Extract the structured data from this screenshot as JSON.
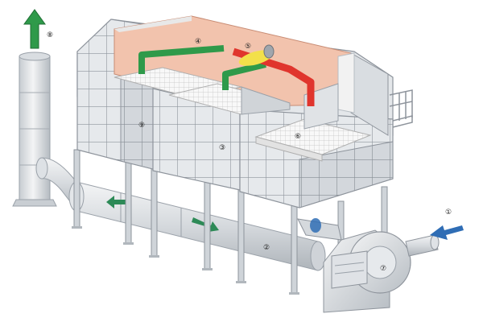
{
  "colors": {
    "panel_light": "#eef0f2",
    "panel_mid": "#dfe2e6",
    "panel_dark": "#c9cdd3",
    "grid_line": "#8e949c",
    "chamber_interior": "#f2c3ad",
    "refractory": "#e8e8e8",
    "duct_red": "#e0352d",
    "duct_green": "#2f9a4a",
    "burner_yellow": "#f2e04a",
    "arrow_blue": "#2f6db5",
    "arrow_green": "#2d8a57",
    "steel": "#9aa1a9"
  },
  "callouts": [
    {
      "id": "c1",
      "text": "①"
    },
    {
      "id": "c2",
      "text": "②"
    },
    {
      "id": "c3",
      "text": "③"
    },
    {
      "id": "c4",
      "text": "④"
    },
    {
      "id": "c5",
      "text": "⑤"
    },
    {
      "id": "c6",
      "text": "⑥"
    },
    {
      "id": "c7",
      "text": "⑦"
    },
    {
      "id": "c8",
      "text": "⑧"
    },
    {
      "id": "c9",
      "text": "⑨"
    }
  ]
}
